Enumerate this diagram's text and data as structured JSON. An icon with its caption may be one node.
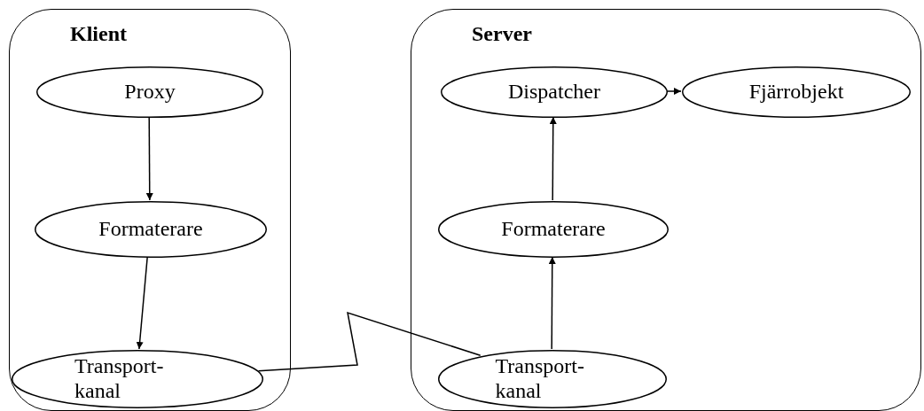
{
  "diagram": {
    "nodes": [
      {
        "text": [
          "Klient"
        ]
      },
      {
        "text": [
          "Proxy"
        ],
        "in": 0
      },
      {
        "text": [
          "Formaterare"
        ],
        "in": 0
      },
      {
        "text": [
          "Transport- kanal"
        ],
        "in": 0
      },
      {
        "text": [
          "Server"
        ]
      },
      {
        "text": [
          "Dispatcher"
        ],
        "in": 4
      },
      {
        "text": [
          "Fjärrobjekt"
        ],
        "in": 4
      },
      {
        "text": [
          "Formaterare"
        ],
        "in": 4
      },
      {
        "text": [
          "Transport- kanal"
        ],
        "in": 4
      }
    ],
    "edges": [
      {
        "from": 1,
        "to": 2,
        "arrow": "to"
      },
      {
        "from": 2,
        "to": 3,
        "arrow": "to"
      },
      {
        "from": 3,
        "to": 8,
        "arrow": "none"
      },
      {
        "from": 8,
        "to": 7,
        "arrow": "to"
      },
      {
        "from": 7,
        "to": 5,
        "arrow": "to"
      },
      {
        "from": 5,
        "to": 6,
        "arrow": "to"
      }
    ]
  }
}
